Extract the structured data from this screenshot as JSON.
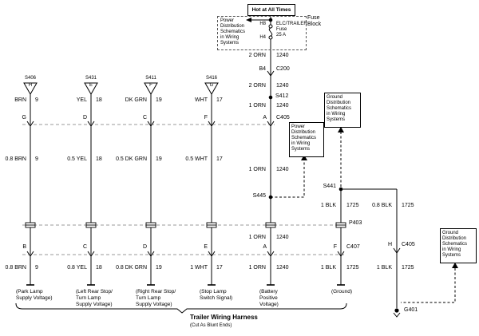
{
  "header": {
    "hot_label": "Hot at All Times",
    "fuse_block": [
      "Fuse",
      "Block"
    ],
    "fuse": {
      "pin_top": "H8",
      "pin_bottom": "H4",
      "name": "ELC/TRAILER",
      "type": "Fuse",
      "rating": "25 A"
    },
    "power_ref": [
      "Power",
      "Distribution",
      "Schematics",
      "in Wiring",
      "Systems"
    ]
  },
  "ref_boxes": {
    "ground_top": [
      "Ground",
      "Distribution",
      "Schematics",
      "in Wiring",
      "Systems"
    ],
    "power_mid": [
      "Power",
      "Distribution",
      "Schematics",
      "in Wiring",
      "Systems"
    ],
    "ground_right": [
      "Ground",
      "Distribution",
      "Schematics",
      "in Wiring",
      "Systems"
    ]
  },
  "columns": {
    "brn": {
      "splice": "S406",
      "tri": "H",
      "w1": "BRN",
      "n1": "9",
      "p1": "G",
      "w2": "0.8 BRN",
      "n2": "9",
      "p2": "B",
      "w3": "0.8 BRN",
      "n3": "9",
      "fn": [
        "(Park Lamp",
        "Supply Voltage)"
      ]
    },
    "yel": {
      "splice": "S431",
      "tri": "E",
      "w1": "YEL",
      "n1": "18",
      "p1": "D",
      "w2": "0.5 YEL",
      "n2": "18",
      "p2": "C",
      "w3": "0.8 YEL",
      "n3": "18",
      "fn": [
        "(Left Rear Stop/",
        "Turn Lamp",
        "Supply Voltage)"
      ]
    },
    "dkgrn": {
      "splice": "S411",
      "tri": "F",
      "w1": "DK GRN",
      "n1": "19",
      "p1": "C",
      "w2": "0.5 DK GRN",
      "n2": "19",
      "p2": "D",
      "w3": "0.8 DK GRN",
      "n3": "19",
      "fn": [
        "(Right Rear Stop/",
        "Turn Lamp",
        "Supply Voltage)"
      ]
    },
    "wht": {
      "splice": "S416",
      "tri": "G",
      "w1": "WHT",
      "n1": "17",
      "p1": "F",
      "w2": "0.5 WHT",
      "n2": "17",
      "p2": "E",
      "w3": "1 WHT",
      "n3": "17",
      "fn": [
        "(Stop Lamp",
        "Switch Signal)"
      ]
    },
    "orn": {
      "w1": "2 ORN",
      "n1": "1240",
      "c200_pin": "B4",
      "c200": "C200",
      "w2": "2 ORN",
      "n2": "1240",
      "s412": "S412",
      "w3": "1 ORN",
      "n3": "1240",
      "p1": "A",
      "c405": "C405",
      "w4": "1 ORN",
      "n4": "1240",
      "s445": "S445",
      "w5": "1 ORN",
      "n5": "1240",
      "p2": "A",
      "w6": "1 ORN",
      "n6": "1240",
      "fn": [
        "(Battery",
        "Positive",
        "Voltage)"
      ]
    },
    "blk": {
      "s441": "S441",
      "w1": "1 BLK",
      "n1": "1725",
      "p403": "P403",
      "p1": "F",
      "c407": "C407",
      "w2": "1 BLK",
      "n2": "1725",
      "fn": [
        "(Ground)"
      ]
    },
    "gnd": {
      "w1": "0.8 BLK",
      "n1": "1725",
      "p1": "H",
      "c405": "C405",
      "w2": "1 BLK",
      "n2": "1725",
      "ground": "G401"
    }
  },
  "harness": {
    "label": "Trailer Wiring Harness",
    "sub": "(Cut As Blunt Ends)"
  }
}
